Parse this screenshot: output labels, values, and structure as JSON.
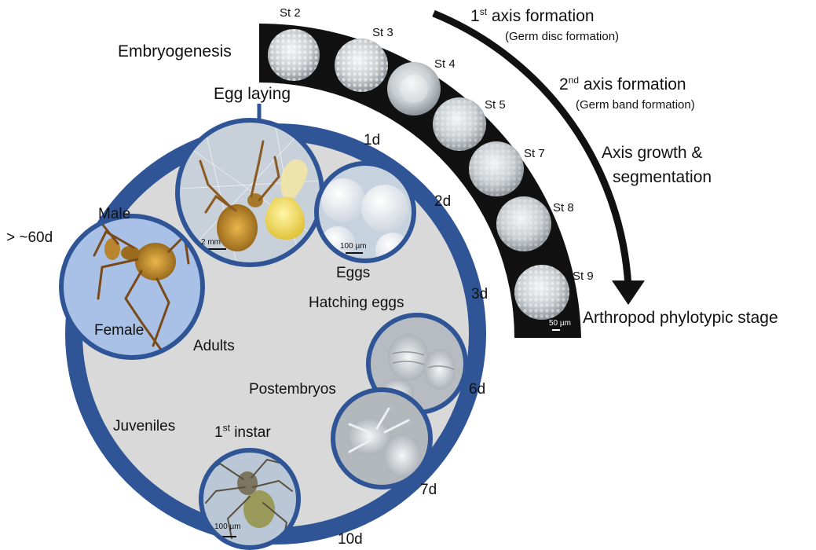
{
  "colors": {
    "ring": "#2f5596",
    "inner_disc": "#d9d9d9",
    "band": "#111111",
    "arrow": "#111111",
    "adults_photo_bg": "#a9c1e6",
    "egg_photo_bg": "#c8d0da"
  },
  "labels": {
    "embryogenesis": "Embryogenesis",
    "egg_laying": "Egg laying",
    "adults": "Adults",
    "male": "Male",
    "female": "Female",
    "eggs": "Eggs",
    "hatching_eggs": "Hatching eggs",
    "postembryos": "Postembryos",
    "juveniles": "Juveniles",
    "first_instar_num": "1",
    "first_instar_sup": "st",
    "first_instar_text": " instar",
    "arthropod_phylotypic": "Arthropod phylotypic stage",
    "axis1_num": "1",
    "axis1_sup": "st",
    "axis1_text": " axis formation",
    "axis1_sub": "(Germ disc formation)",
    "axis2_num": "2",
    "axis2_sup": "nd",
    "axis2_text": " axis formation",
    "axis2_sub": "(Germ band formation)",
    "axis_growth_1": "Axis growth &",
    "axis_growth_2": "segmentation"
  },
  "days": {
    "d1": "1d",
    "d2": "2d",
    "d3": "3d",
    "d6": "6d",
    "d7": "7d",
    "d10": "10d",
    "d60": "> ~60d"
  },
  "stages": [
    "St 2",
    "St 3",
    "St 4",
    "St 5",
    "St 7",
    "St 8",
    "St 9"
  ],
  "scale_bars": {
    "adult": "2 mm",
    "eggs": "100 µm",
    "instar": "100 µm",
    "embryo": "50 µm"
  },
  "icons": [
    "curved-arrow-icon",
    "spider-photo",
    "egg-photo",
    "embryo-photo"
  ]
}
